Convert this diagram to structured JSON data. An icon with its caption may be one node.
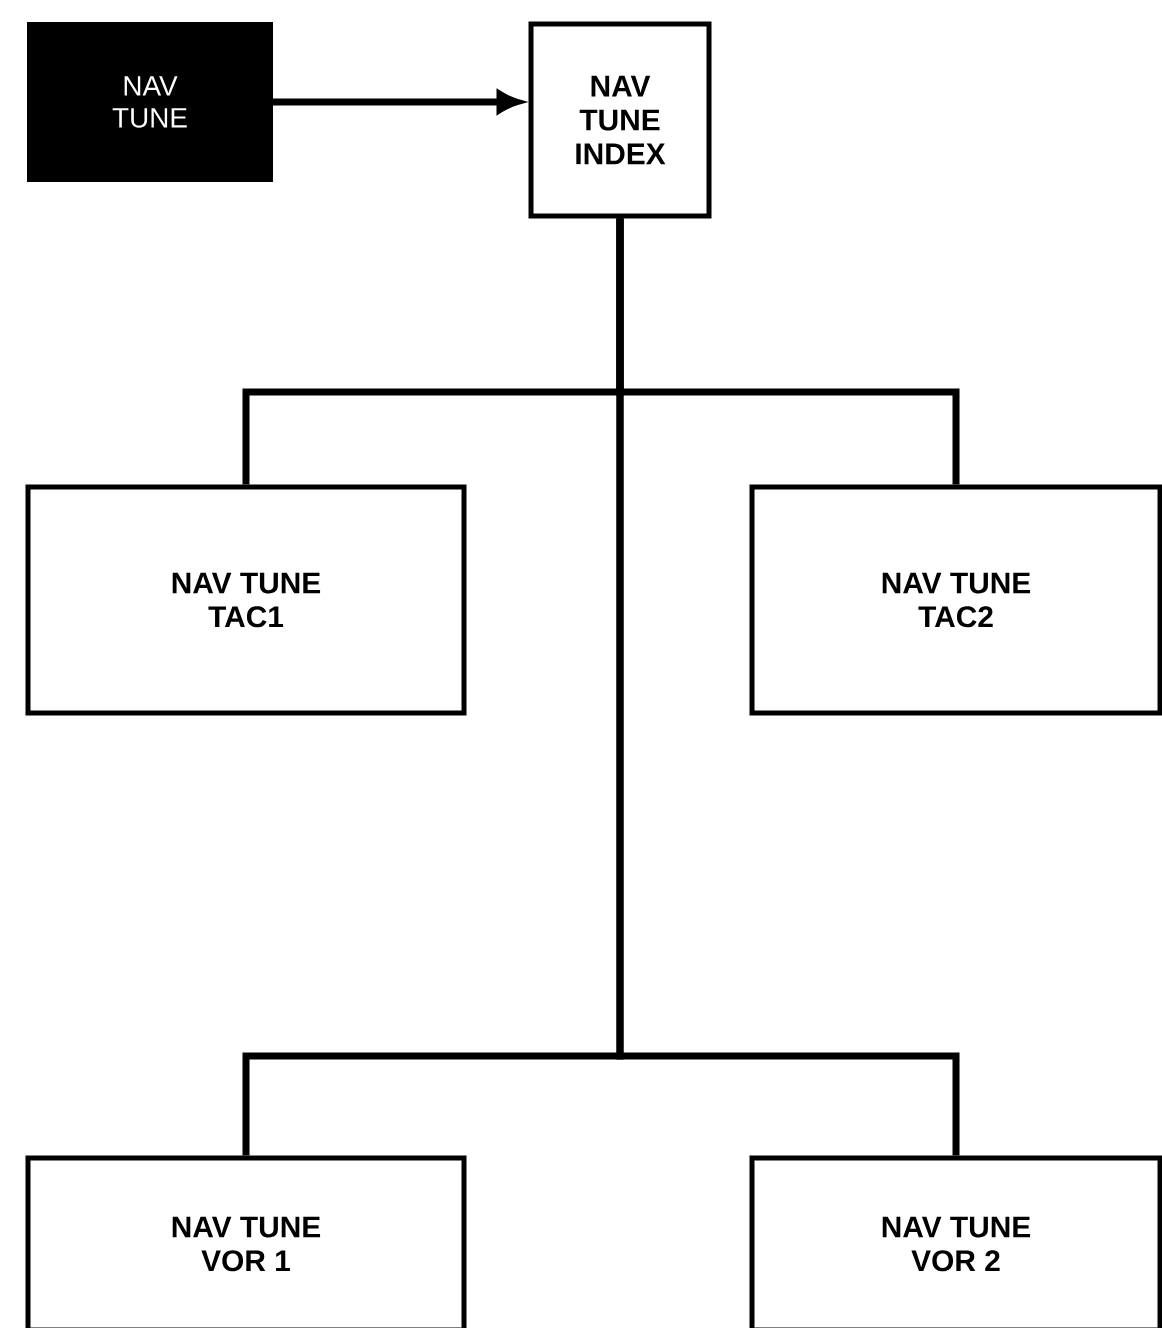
{
  "diagram": {
    "nodes": [
      {
        "text": [
          "NAV TUNE"
        ]
      },
      {
        "text": [
          "NAV TUNE INDEX"
        ]
      },
      {
        "text": [
          "NAV TUNE TAC1"
        ]
      },
      {
        "text": [
          "NAV TUNE TAC2"
        ]
      },
      {
        "text": [
          "NAV TUNE VOR 1"
        ]
      },
      {
        "text": [
          "NAV TUNE VOR 2"
        ]
      }
    ],
    "edges": [
      {
        "from": 0,
        "to": 1,
        "arrow": "to"
      },
      {
        "from": 1,
        "to": 2,
        "arrow": "none"
      },
      {
        "from": 1,
        "to": 3,
        "arrow": "none"
      },
      {
        "from": 1,
        "to": 4,
        "arrow": "none"
      },
      {
        "from": 1,
        "to": 5,
        "arrow": "none"
      }
    ]
  }
}
